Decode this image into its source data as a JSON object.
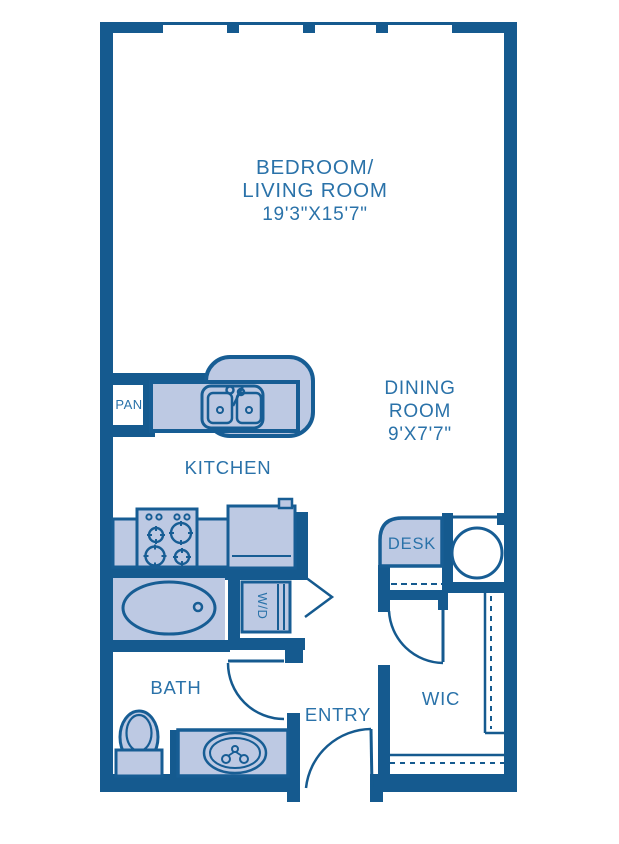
{
  "plan": {
    "type": "apartment-floor-plan",
    "palette": {
      "wall": "#155a8f",
      "fixture_fill": "#bdc9e3",
      "fixture_stroke": "#175d94",
      "label_text": "#2a72a9",
      "background": "#ffffff"
    },
    "labels": {
      "bedroom_living": {
        "line1": "BEDROOM/",
        "line2": "LIVING ROOM",
        "dims": "19'3\"X15'7\""
      },
      "dining": {
        "line1": "DINING",
        "line2": "ROOM",
        "dims": "9'X7'7\""
      },
      "kitchen": "KITCHEN",
      "pantry": "PAN",
      "desk": "DESK",
      "washer_dryer": "W/D",
      "bath": "BATH",
      "entry": "ENTRY",
      "wic": "WIC"
    }
  }
}
